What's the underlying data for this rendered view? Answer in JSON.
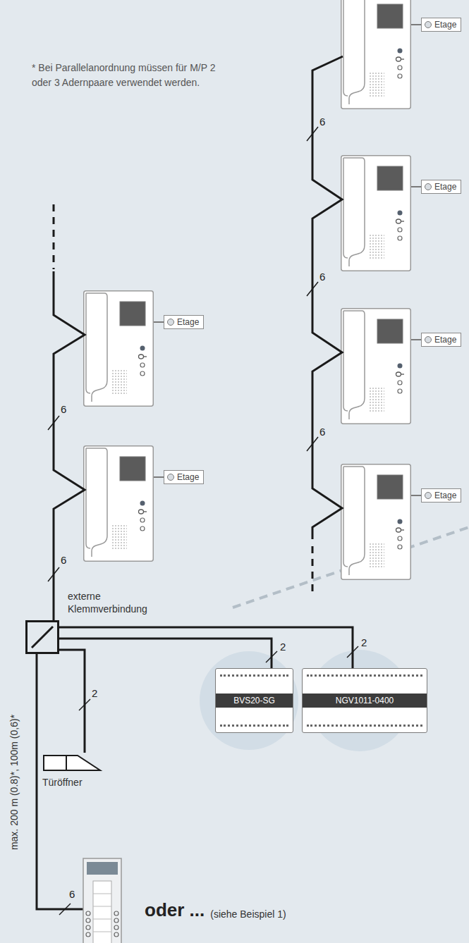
{
  "diagram": {
    "nodes": [
      {
        "text": [
          "Etage"
        ]
      },
      {
        "text": [
          "Etage"
        ]
      },
      {
        "text": [
          "Etage"
        ]
      },
      {
        "text": [
          "Etage"
        ]
      },
      {
        "text": [
          "Etage"
        ]
      },
      {
        "text": [
          "Etage"
        ]
      },
      {
        "text": [
          "externe Klemmverbindung"
        ]
      },
      {
        "text": [
          "BVS20-SG"
        ]
      },
      {
        "text": [
          "NGV1011-0400"
        ]
      },
      {
        "text": [
          "Türöffner"
        ]
      }
    ],
    "edges": [
      {
        "from": 6,
        "to": 7,
        "arrow": "none",
        "label": "2"
      },
      {
        "from": 6,
        "to": 8,
        "arrow": "none",
        "label": "2"
      },
      {
        "from": 6,
        "to": 9,
        "arrow": "none",
        "label": "2"
      }
    ],
    "labels": [
      "* Bei Parallelanordnung müssen für M/P 2 oder 3 Adernpaare verwendet werden.",
      "6",
      "6",
      "6",
      "6",
      "6",
      "max. 200 m (0.8)*, 100m (0,6)*",
      "6",
      "oder ...",
      "(siehe Beispiel 1)"
    ]
  }
}
